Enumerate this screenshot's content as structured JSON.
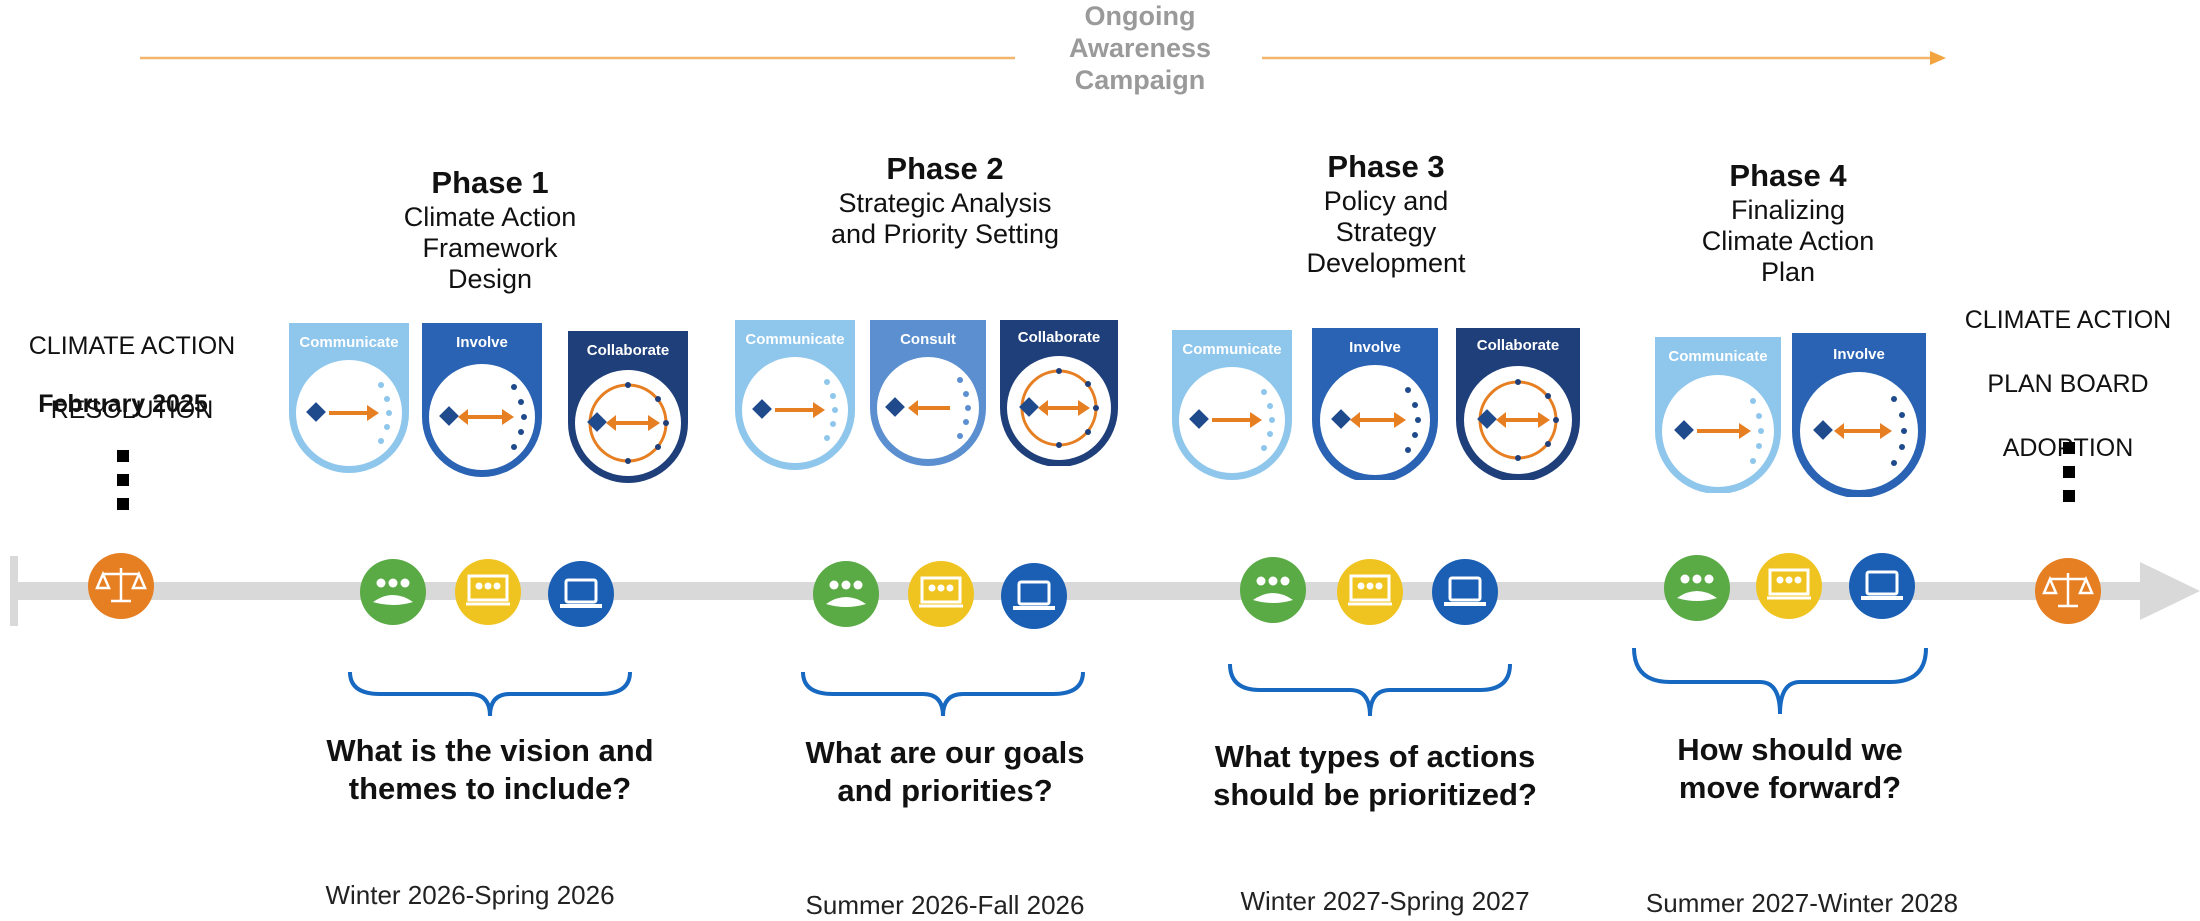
{
  "campaign": {
    "label": "Ongoing\nAwareness\nCampaign"
  },
  "colors": {
    "orange": "#e68a2e",
    "blue_dark": "#1f4a8c",
    "blue_mid": "#2a6ab5",
    "blue_light": "#7fb8e3",
    "timeline_gray": "#d9d9d9",
    "green": "#5aaa46",
    "yellow": "#f0c420",
    "laptop_blue": "#1a5fb4"
  },
  "start": {
    "line1": "CLIMATE ACTION",
    "line2": "RESOLUTION",
    "date": "February 2025"
  },
  "end": {
    "line1": "CLIMATE ACTION",
    "line2": "PLAN BOARD",
    "line3": "ADOPTION"
  },
  "phases": [
    {
      "title": "Phase 1",
      "subtitle": "Climate Action\nFramework\nDesign",
      "badges": [
        "Communicate",
        "Involve",
        "Collaborate"
      ],
      "question": "What is the vision and\nthemes to include?",
      "period": "Winter 2026-Spring 2026"
    },
    {
      "title": "Phase 2",
      "subtitle": "Strategic Analysis\nand Priority Setting",
      "badges": [
        "Communicate",
        "Consult",
        "Collaborate"
      ],
      "question": "What are our goals\nand priorities?",
      "period": "Summer 2026-Fall 2026"
    },
    {
      "title": "Phase 3",
      "subtitle": "Policy and\nStrategy\nDevelopment",
      "badges": [
        "Communicate",
        "Involve",
        "Collaborate"
      ],
      "question": "What types of actions\nshould be prioritized?",
      "period": "Winter 2027-Spring 2027"
    },
    {
      "title": "Phase 4",
      "subtitle": "Finalizing\nClimate Action\nPlan",
      "badges": [
        "Communicate",
        "Involve"
      ],
      "question": "How should we\nmove forward?",
      "period": "Summer 2027-Winter 2028"
    }
  ],
  "icons": {
    "start": "scales-icon",
    "end": "scales-icon",
    "meeting": "group-meeting-icon",
    "workshop": "workshop-icon",
    "online": "laptop-icon"
  }
}
